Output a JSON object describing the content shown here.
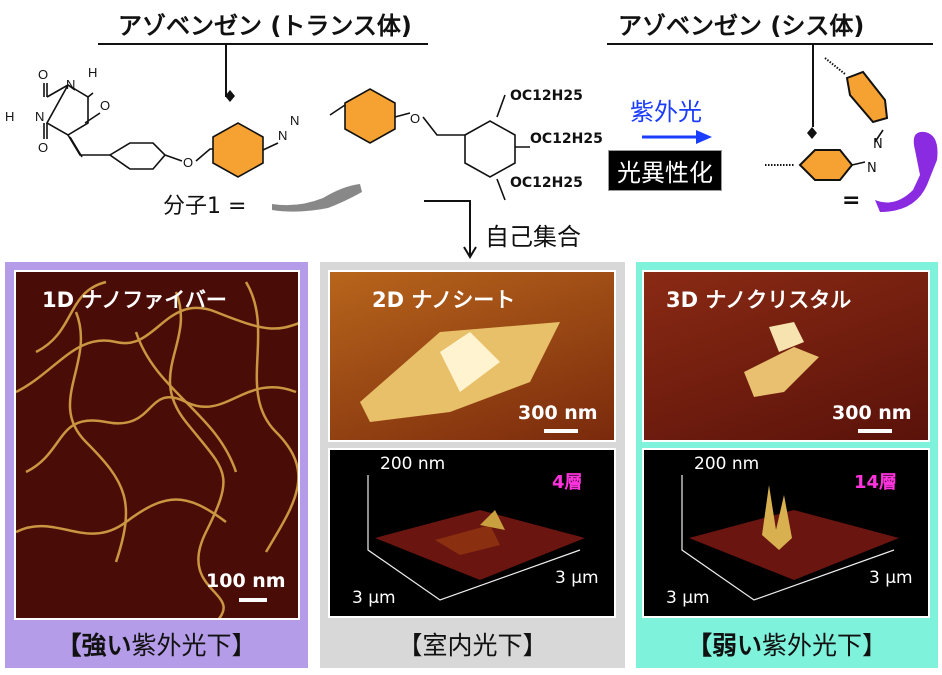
{
  "header": {
    "trans_title": "アゾベンゼン (トランス体)",
    "cis_title": "アゾベンゼン (シス体)"
  },
  "molecule": {
    "atoms": {
      "O": "O",
      "N": "N",
      "H": "H"
    },
    "substituent": "OC12H25",
    "molecule_label": "分子1 =",
    "cis_equals": "="
  },
  "process": {
    "uv_light": "紫外光",
    "photoisomerization": "光異性化",
    "self_assembly": "自己集合"
  },
  "panels": [
    {
      "title": "1D ナノファイバー",
      "scale_bar": "100 nm",
      "caption_bold": "【強い",
      "caption_rest": "紫外光下】",
      "bg": "#b59ce8"
    },
    {
      "title": "2D ナノシート",
      "scale_bar": "300 nm",
      "z_axis": "200 nm",
      "layers": "4層",
      "x_axis": "3 μm",
      "y_axis": "3 μm",
      "caption": "【室内光下】",
      "bg": "#d8d8d8"
    },
    {
      "title": "3D ナノクリスタル",
      "scale_bar": "300 nm",
      "z_axis": "200 nm",
      "layers": "14層",
      "x_axis": "3 μm",
      "y_axis": "3 μm",
      "caption_bold": "【弱い",
      "caption_rest": "紫外光下】",
      "bg": "#7ff2dc"
    }
  ],
  "colors": {
    "azobenzene": "#f6a233",
    "uv_arrow": "#1a3cff",
    "cis_model": "#8a2be2",
    "afm_dark": "#4a0c06"
  }
}
